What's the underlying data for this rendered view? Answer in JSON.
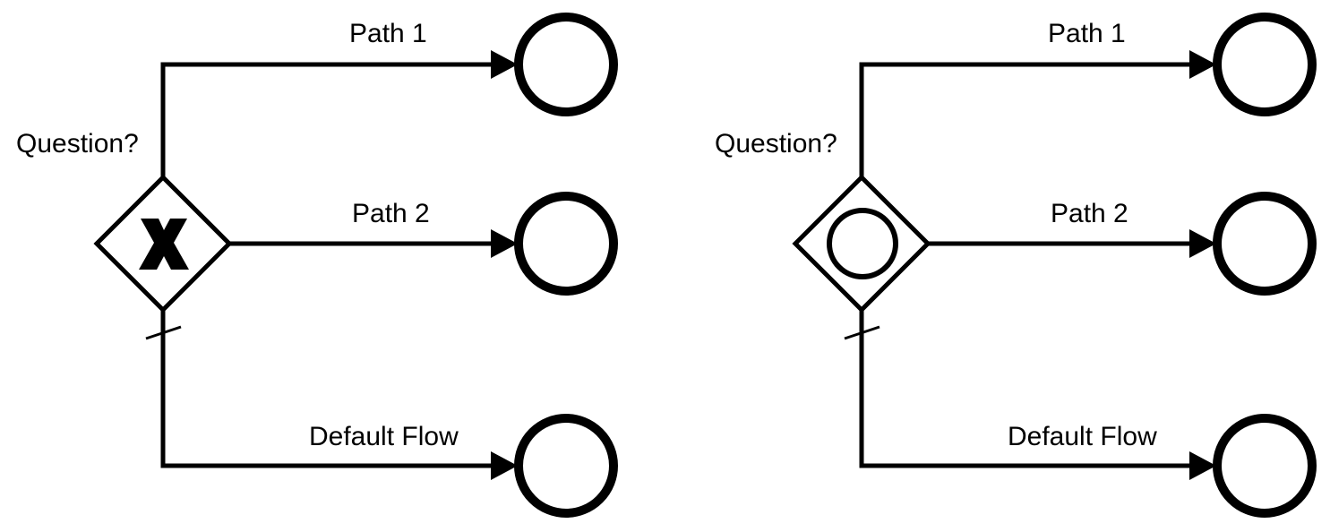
{
  "diagrams": [
    {
      "name": "exclusive-gateway",
      "gateway_type": "exclusive",
      "gateway_marker": "x-icon",
      "question_label": "Question?",
      "flows": [
        {
          "label": "Path 1",
          "is_default": false,
          "target": "end-event"
        },
        {
          "label": "Path 2",
          "is_default": false,
          "target": "end-event"
        },
        {
          "label": "Default Flow",
          "is_default": true,
          "target": "end-event"
        }
      ]
    },
    {
      "name": "event-based-gateway",
      "gateway_type": "event",
      "gateway_marker": "circle-icon",
      "question_label": "Question?",
      "flows": [
        {
          "label": "Path 1",
          "is_default": false,
          "target": "end-event"
        },
        {
          "label": "Path 2",
          "is_default": false,
          "target": "end-event"
        },
        {
          "label": "Default Flow",
          "is_default": true,
          "target": "end-event"
        }
      ]
    }
  ],
  "colors": {
    "stroke": "#000000",
    "fill": "#ffffff"
  }
}
